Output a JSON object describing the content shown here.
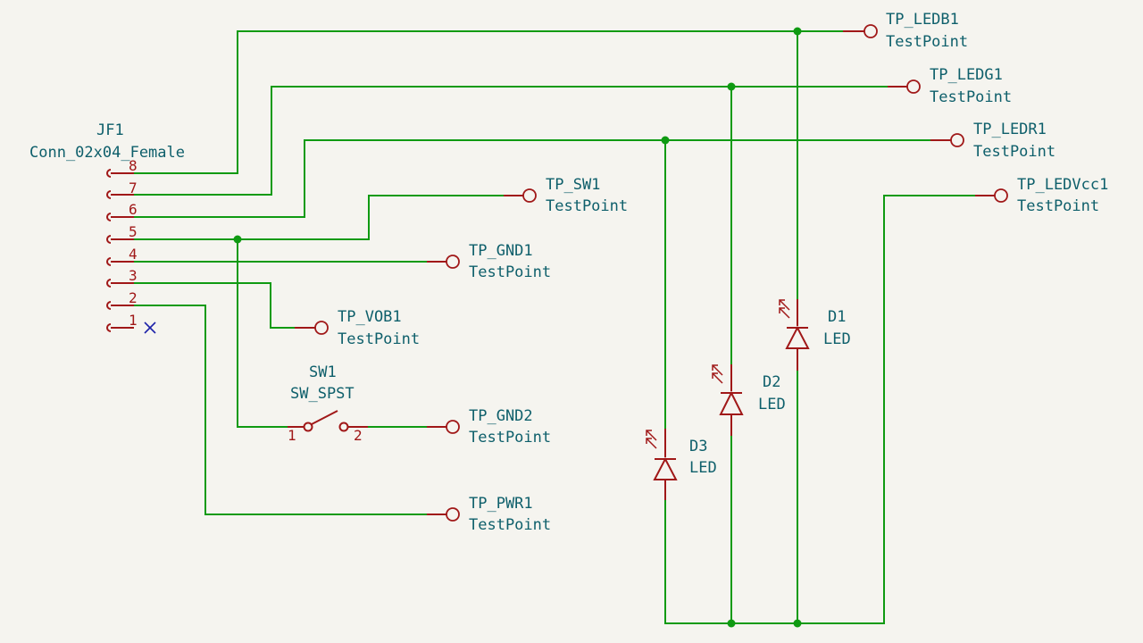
{
  "connector": {
    "ref": "JF1",
    "value": "Conn_02x04_Female",
    "pins": [
      "8",
      "7",
      "6",
      "5",
      "4",
      "3",
      "2",
      "1"
    ]
  },
  "switch": {
    "ref": "SW1",
    "value": "SW_SPST",
    "pin1": "1",
    "pin2": "2"
  },
  "test_points": [
    {
      "ref": "TP_LEDB1",
      "value": "TestPoint"
    },
    {
      "ref": "TP_LEDG1",
      "value": "TestPoint"
    },
    {
      "ref": "TP_LEDR1",
      "value": "TestPoint"
    },
    {
      "ref": "TP_SW1",
      "value": "TestPoint"
    },
    {
      "ref": "TP_LEDVcc1",
      "value": "TestPoint"
    },
    {
      "ref": "TP_GND1",
      "value": "TestPoint"
    },
    {
      "ref": "TP_VOB1",
      "value": "TestPoint"
    },
    {
      "ref": "TP_GND2",
      "value": "TestPoint"
    },
    {
      "ref": "TP_PWR1",
      "value": "TestPoint"
    }
  ],
  "leds": [
    {
      "ref": "D1",
      "value": "LED"
    },
    {
      "ref": "D2",
      "value": "LED"
    },
    {
      "ref": "D3",
      "value": "LED"
    }
  ],
  "colors": {
    "wire": "#0f9a12",
    "symbol": "#a01818",
    "text": "#0e5f6b",
    "background": "#f5f4ef",
    "no_connect": "#1d22a8"
  }
}
